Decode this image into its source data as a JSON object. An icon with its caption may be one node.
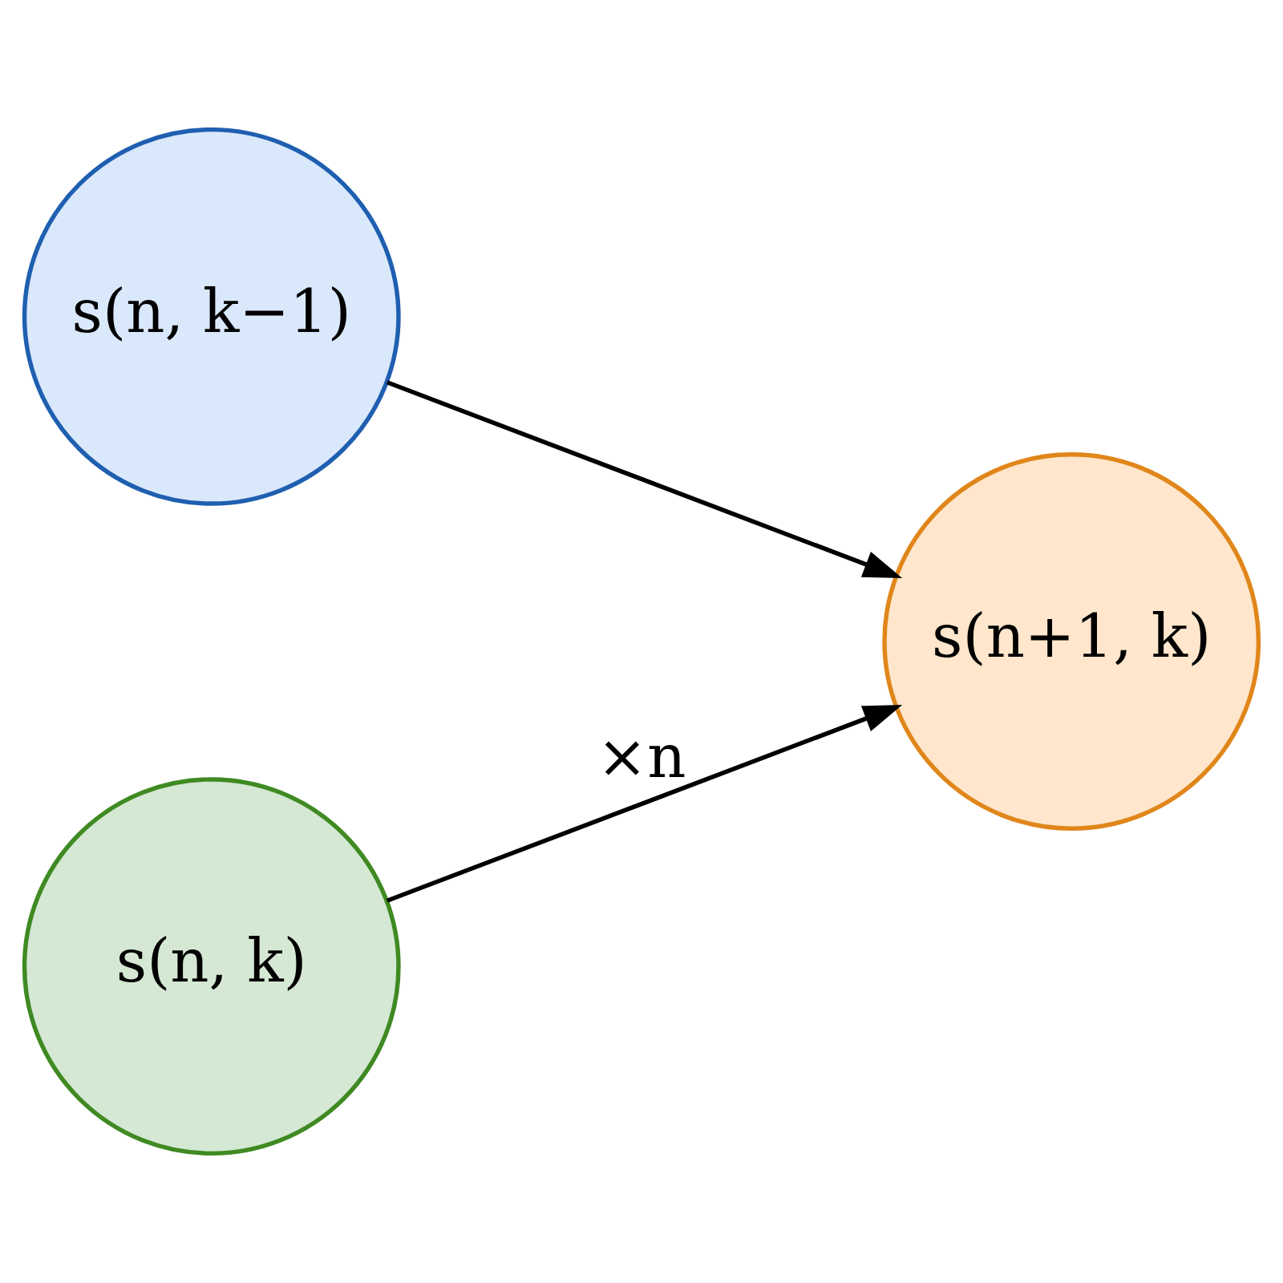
{
  "diagram": {
    "nodes": [
      {
        "text": [
          "s(n, k−1)"
        ]
      },
      {
        "text": [
          "s(n+1, k)"
        ]
      },
      {
        "text": [
          "s(n, k)"
        ]
      }
    ],
    "edges": [
      {
        "from": 0,
        "to": 1,
        "arrow": "to"
      },
      {
        "from": 2,
        "to": 1,
        "arrow": "to",
        "label": "×n"
      }
    ]
  }
}
